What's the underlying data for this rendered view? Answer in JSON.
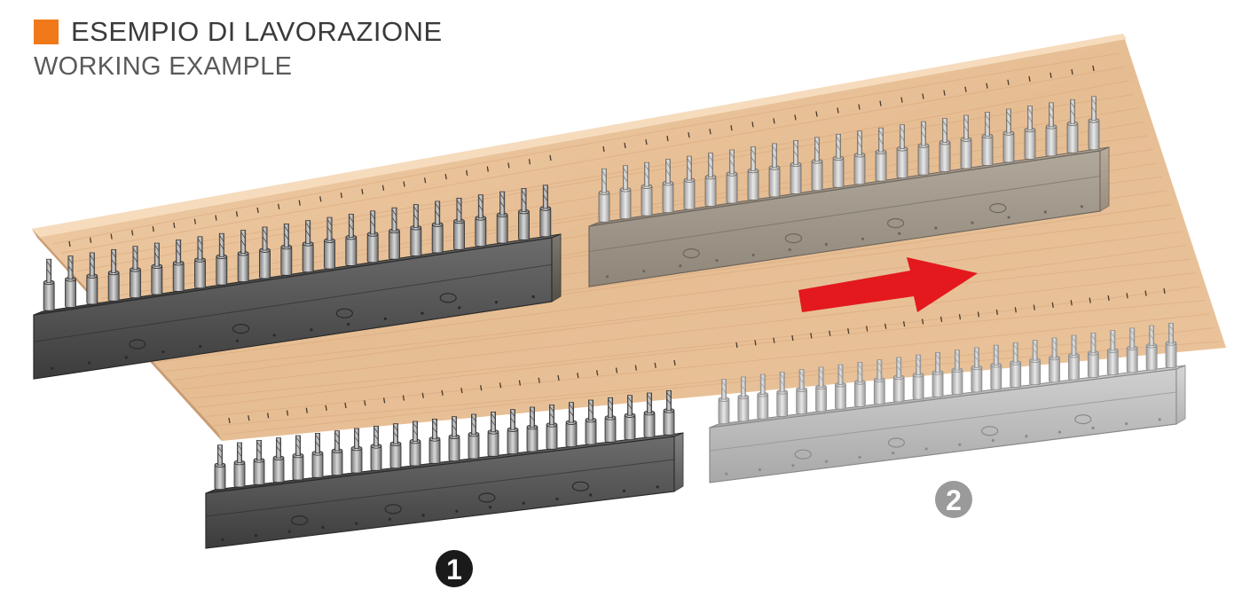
{
  "header": {
    "title_it": "ESEMPIO DI LAVORAZIONE",
    "title_en": "WORKING EXAMPLE"
  },
  "steps": [
    "1",
    "2"
  ],
  "icons": {
    "step_badge": "numbered-circle-icon",
    "direction": "arrow-right-icon"
  },
  "colors": {
    "accent": "#f07a1a",
    "arrow": "#e3191d",
    "wood": "#e8c39c",
    "head_dark": "#505050",
    "head_faded": "#b9b9b9",
    "badge_1": "#1a1a1a",
    "badge_2": "#9a9a9a"
  }
}
